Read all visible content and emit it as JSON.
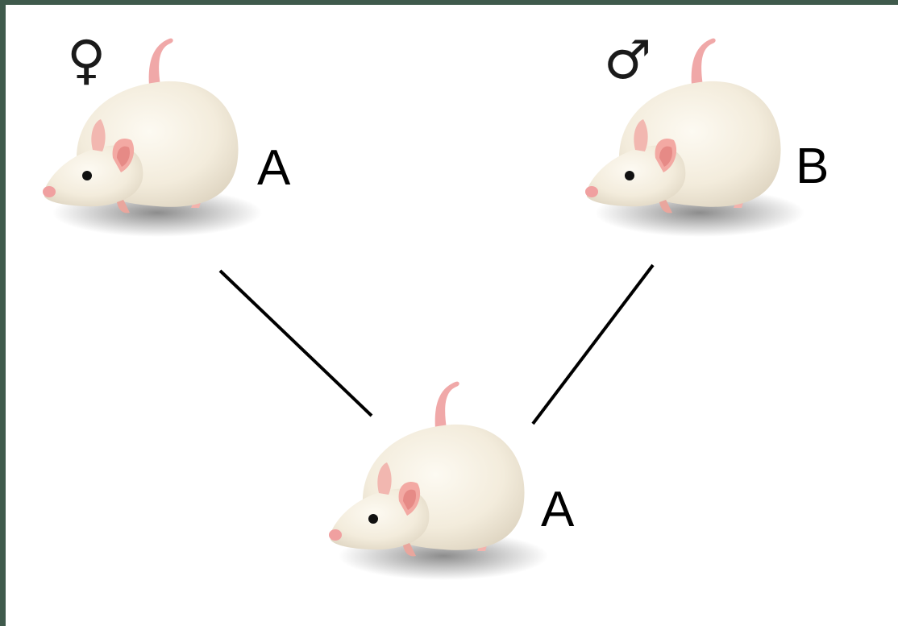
{
  "diagram": {
    "parents": [
      {
        "sex_symbol": "♀",
        "strain_label": "A",
        "sex": "female"
      },
      {
        "sex_symbol": "♂",
        "strain_label": "B",
        "sex": "male"
      }
    ],
    "offspring": {
      "strain_label": "A"
    },
    "colors": {
      "background": "#ffffff",
      "border": "#3f5a4c",
      "fur": "#f5efe2",
      "ear_tail": "#f0a8a8",
      "line": "#000000"
    },
    "icons": [
      "mouse-illustration",
      "female-symbol-icon",
      "male-symbol-icon"
    ]
  }
}
